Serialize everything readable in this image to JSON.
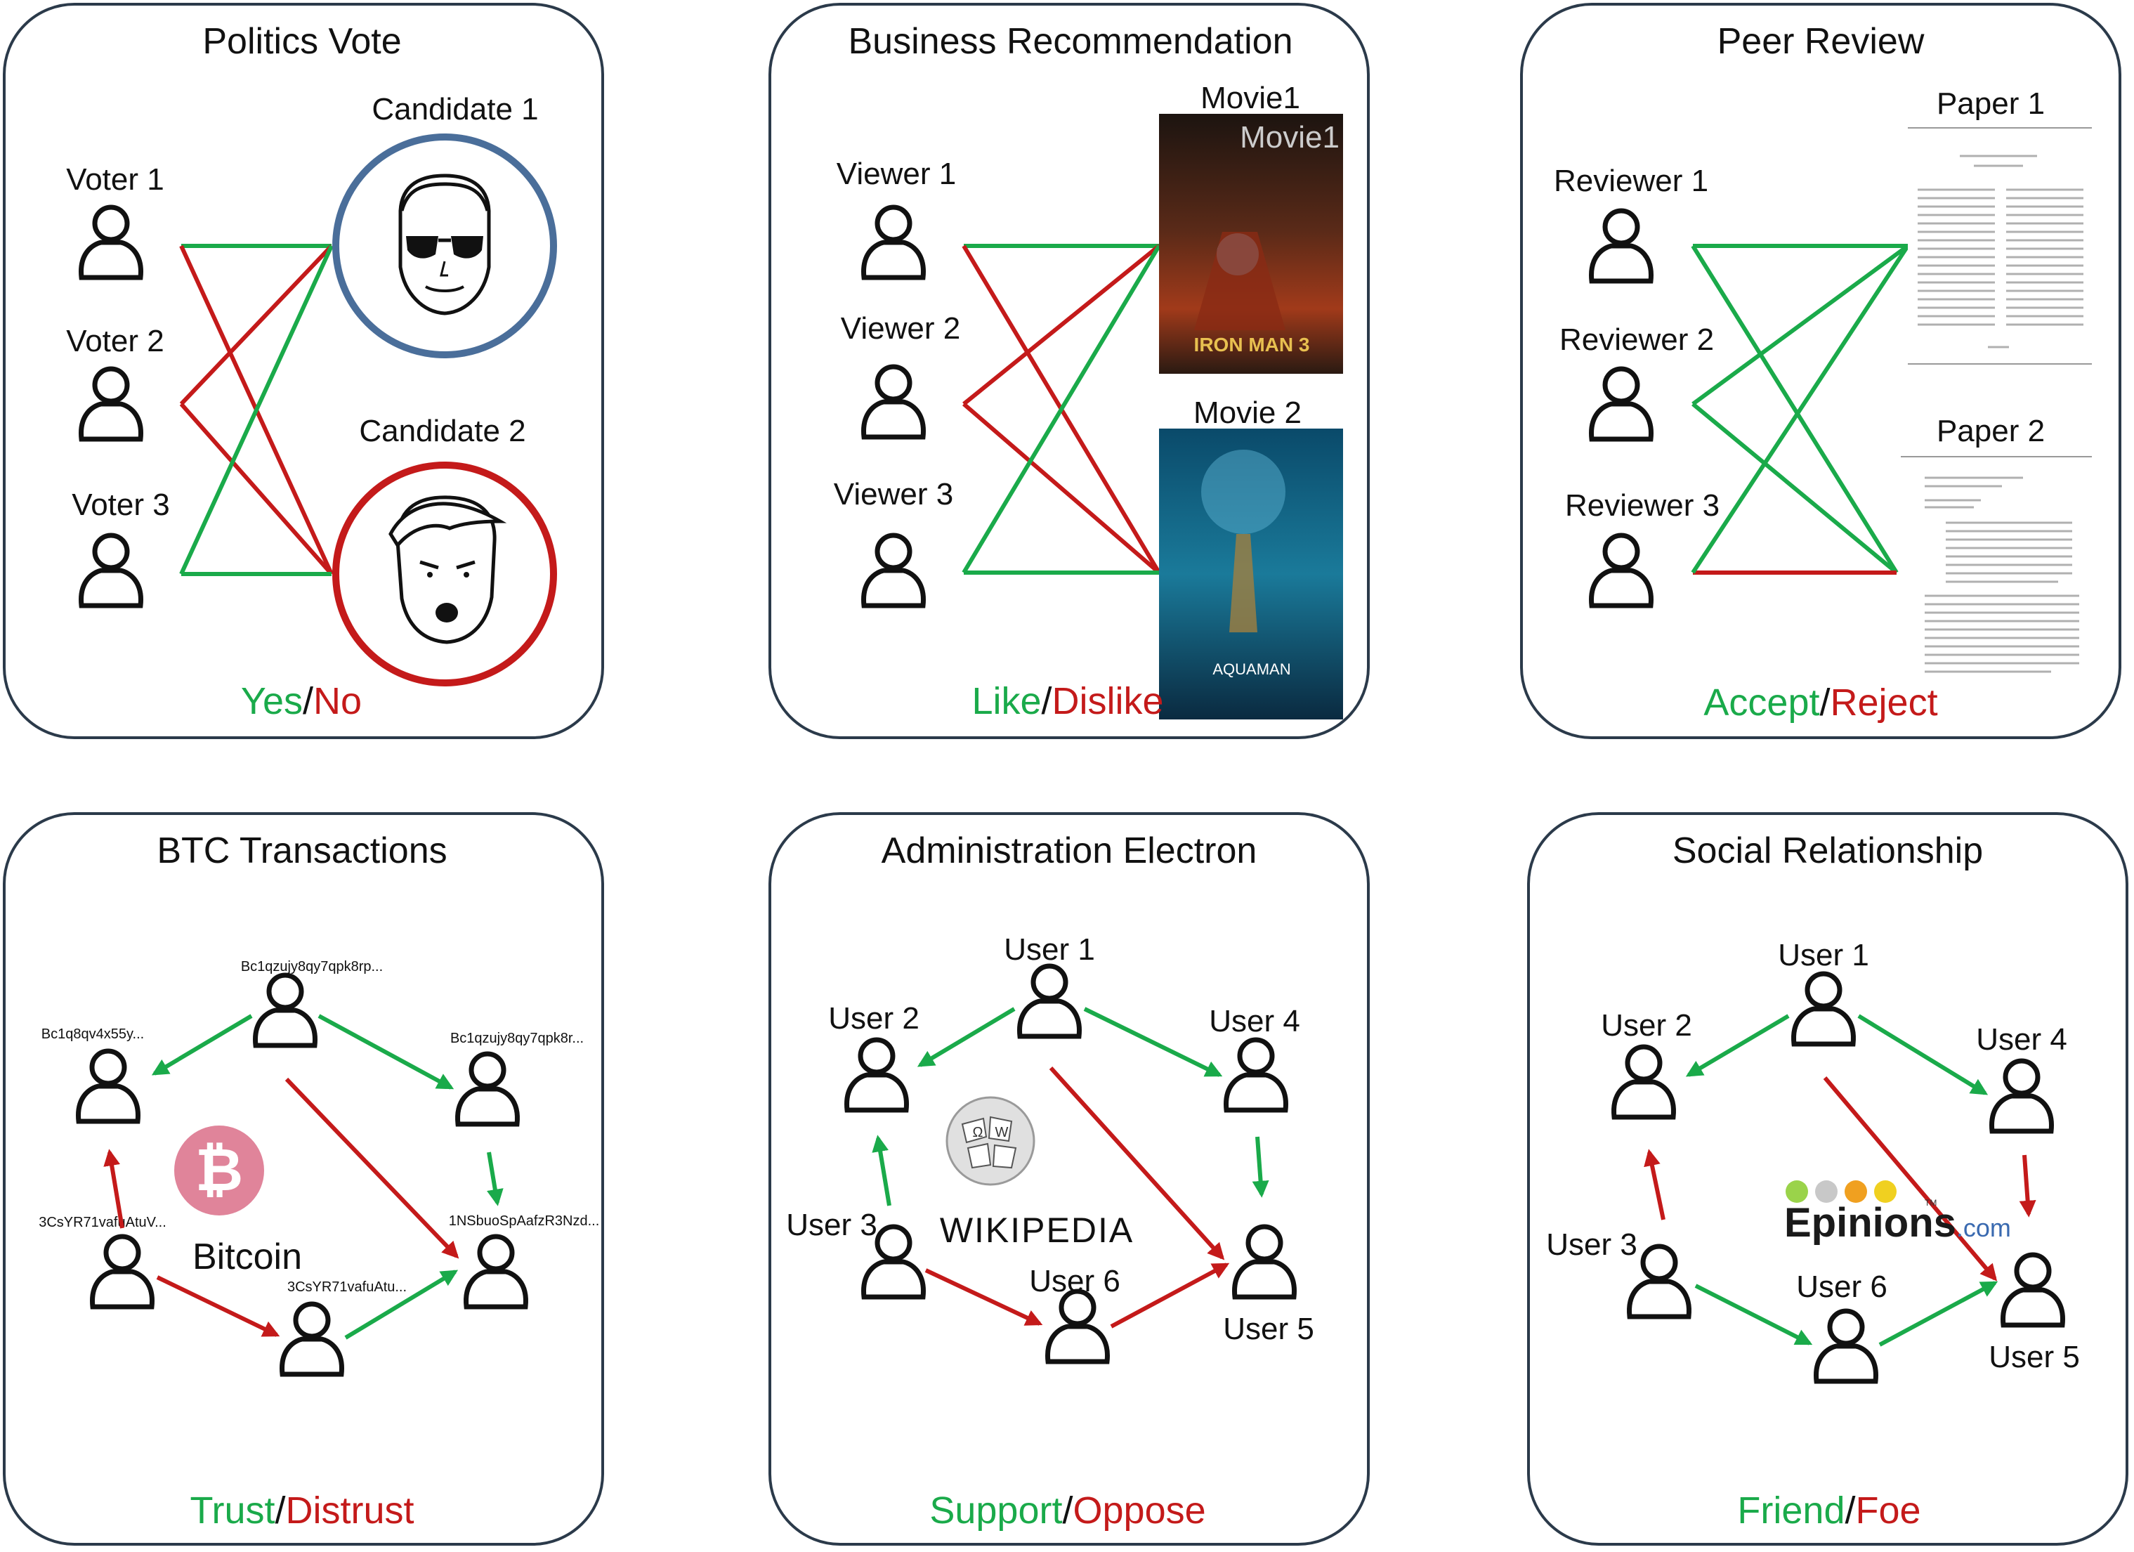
{
  "colors": {
    "positive": "#1aaa4a",
    "negative": "#c41a1a",
    "candidate1_ring": "#4a6e9a",
    "candidate2_ring": "#c41a1a",
    "bitcoin": "#e0849a"
  },
  "panels": {
    "politics": {
      "title": "Politics Vote",
      "voters": [
        "Voter 1",
        "Voter 2",
        "Voter 3"
      ],
      "candidates": [
        "Candidate 1",
        "Candidate 2"
      ],
      "legend_pos": "Yes",
      "legend_sep": "/",
      "legend_neg": "No"
    },
    "business": {
      "title": "Business Recommendation",
      "viewers": [
        "Viewer 1",
        "Viewer 2",
        "Viewer 3"
      ],
      "movies": [
        "Movie1",
        "Movie 2"
      ],
      "movie1_overlay": "Movie1",
      "poster1_text": "IRON MAN 3",
      "poster2_text": "AQUAMAN",
      "legend_pos": "Like",
      "legend_sep": "/",
      "legend_neg": "Dislike"
    },
    "peer": {
      "title": "Peer Review",
      "reviewers": [
        "Reviewer 1",
        "Reviewer 2",
        "Reviewer 3"
      ],
      "papers": [
        "Paper 1",
        "Paper 2"
      ],
      "legend_pos": "Accept",
      "legend_sep": "/",
      "legend_neg": "Reject"
    },
    "btc": {
      "title": "BTC Transactions",
      "addresses": [
        "Bc1qzujy8qy7qpk8rp...",
        "Bc1q8qv4x55y...",
        "Bc1qzujy8qy7qpk8r...",
        "3CsYR71vafuAtuV...",
        "3CsYR71vafuAtu...",
        "1NSbuoSpAafzR3Nzd..."
      ],
      "logo_label": "Bitcoin",
      "legend_pos": "Trust",
      "legend_sep": "/",
      "legend_neg": "Distrust"
    },
    "admin": {
      "title": "Administration Electron",
      "users": [
        "User 1",
        "User 2",
        "User 4",
        "User 3",
        "User 6",
        "User 5"
      ],
      "logo_label": "WIKIPEDIA",
      "legend_pos": "Support",
      "legend_sep": "/",
      "legend_neg": "Oppose"
    },
    "social": {
      "title": "Social Relationship",
      "users": [
        "User 1",
        "User 2",
        "User 4",
        "User 3",
        "User 6",
        "User 5"
      ],
      "logo_label": "Epinions",
      "logo_suffix": ".com",
      "logo_tm": "TM",
      "legend_pos": "Friend",
      "legend_sep": "/",
      "legend_neg": "Foe"
    }
  }
}
